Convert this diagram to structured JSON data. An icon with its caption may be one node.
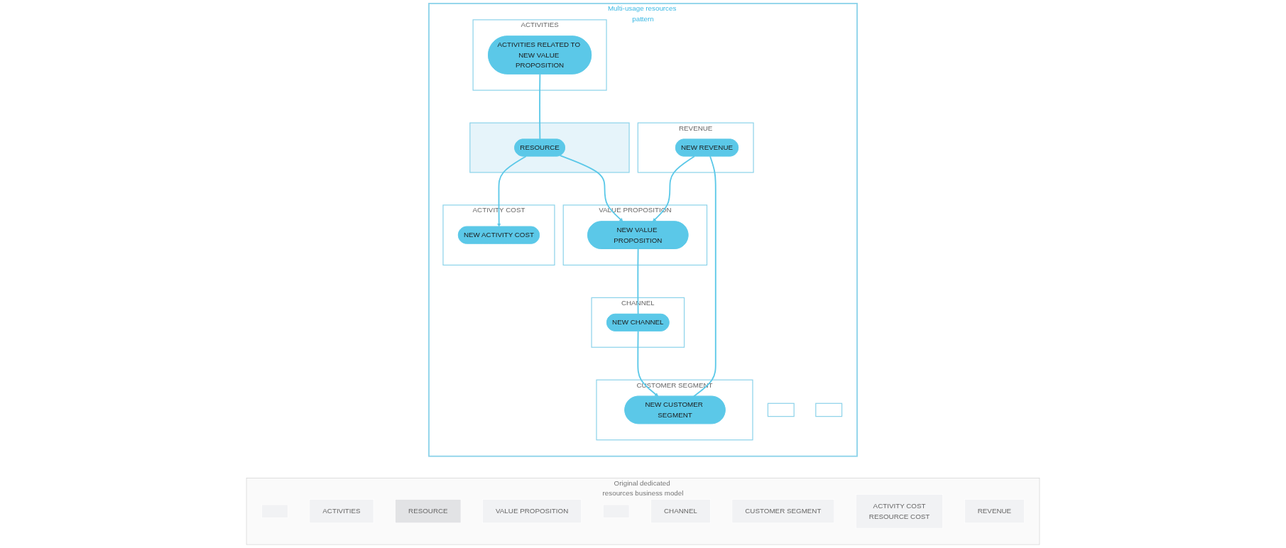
{
  "diagram": {
    "nodes": [
      {
        "text": [
          "Original dedicated resources business model"
        ]
      },
      {
        "text": [],
        "shape": "box",
        "in": 0
      },
      {
        "text": [
          "ACTIVITIES"
        ],
        "in": 0
      },
      {
        "text": [
          "RESOURCE"
        ],
        "in": 0
      },
      {
        "text": [
          "VALUE PROPOSITION"
        ],
        "in": 0
      },
      {
        "text": [],
        "shape": "box",
        "in": 0
      },
      {
        "text": [
          "CHANNEL"
        ],
        "in": 0
      },
      {
        "text": [
          "CUSTOMER SEGMENT"
        ],
        "in": 0
      },
      {
        "text": [
          "ACTIVITY COST",
          "RESOURCE COST"
        ],
        "in": 0
      },
      {
        "text": [
          "REVENUE"
        ],
        "in": 0
      },
      {
        "text": [
          "Multi-usage resources pattern"
        ]
      },
      {
        "text": [],
        "shape": "box",
        "in": 10
      },
      {
        "text": [
          "ACTIVITIES"
        ],
        "in": 10
      },
      {
        "text": [
          "ACTIVITIES RELATED TO NEW VALUE PROPOSITION"
        ],
        "in": 12
      },
      {
        "text": [],
        "shape": "box",
        "in": 10
      },
      {
        "text": [
          "RESOURCE"
        ],
        "in": 14
      },
      {
        "text": [
          "VALUE PROPOSITION"
        ],
        "in": 10
      },
      {
        "text": [
          "NEW VALUE PROPOSITION"
        ],
        "in": 16
      },
      {
        "text": [],
        "shape": "box",
        "in": 10
      },
      {
        "text": [
          "CHANNEL"
        ],
        "in": 10
      },
      {
        "text": [
          "NEW CHANNEL"
        ],
        "in": 19
      },
      {
        "text": [
          "CUSTOMER SEGMENT"
        ],
        "in": 10
      },
      {
        "text": [
          "NEW CUSTOMER SEGMENT"
        ],
        "in": 21
      },
      {
        "text": [
          "ACTIVITY COST"
        ],
        "in": 10
      },
      {
        "text": [
          "NEW ACTIVITY COST"
        ],
        "in": 23
      },
      {
        "text": [
          "REVENUE"
        ],
        "in": 10
      },
      {
        "text": [
          "NEW REVENUE"
        ],
        "in": 25
      }
    ],
    "edges": [
      {
        "from": 13,
        "to": 15,
        "arrow": "none"
      },
      {
        "from": 15,
        "to": 24,
        "arrow": "to"
      },
      {
        "from": 15,
        "to": 17,
        "arrow": "to"
      },
      {
        "from": 17,
        "to": 20,
        "arrow": "none"
      },
      {
        "from": 20,
        "to": 22,
        "arrow": "to"
      },
      {
        "from": 22,
        "to": 26,
        "arrow": "none"
      },
      {
        "from": 26,
        "to": 17,
        "arrow": "to"
      }
    ]
  }
}
